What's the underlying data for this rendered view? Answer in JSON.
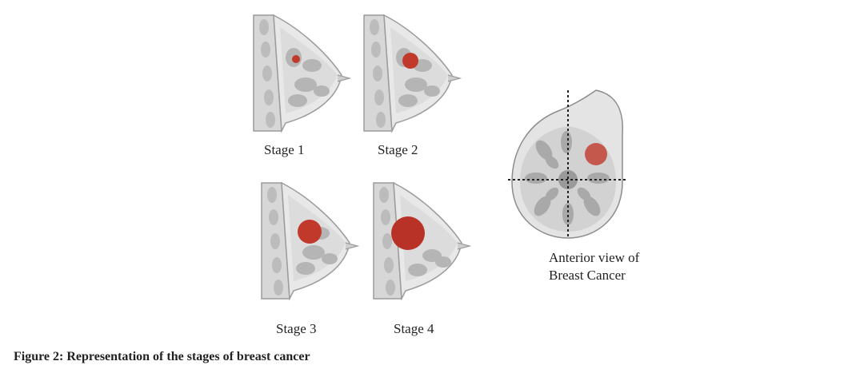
{
  "stages": [
    {
      "label": "Stage 1",
      "tumor_size": "small"
    },
    {
      "label": "Stage 2",
      "tumor_size": "medium"
    },
    {
      "label": "Stage 3",
      "tumor_size": "large"
    },
    {
      "label": "Stage 4",
      "tumor_size": "very large"
    }
  ],
  "anterior_label": {
    "line1": "Anterior view of",
    "line2": "Breast Cancer"
  },
  "caption": "Figure 2: Representation of the stages of breast cancer",
  "colors": {
    "tumor": "#c0392b",
    "tissue": "#d9d9d9",
    "outline": "#9a9a9a",
    "lobe": "#b8b8b8"
  }
}
